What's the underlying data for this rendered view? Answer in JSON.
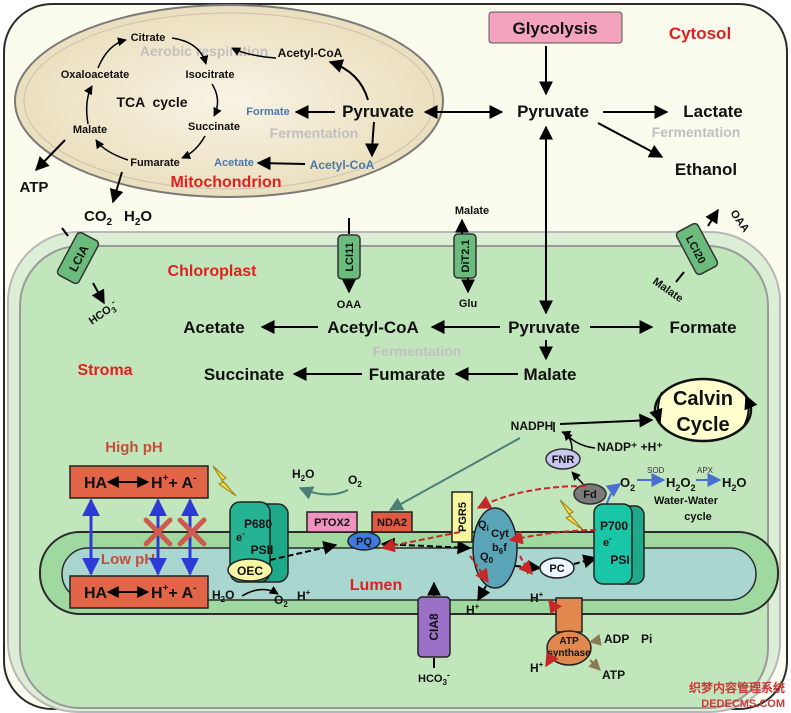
{
  "compartments": {
    "cytosol": "Cytosol",
    "mitochondrion": "Mitochondrion",
    "chloroplast": "Chloroplast",
    "stroma": "Stroma",
    "lumen": "Lumen"
  },
  "cytosol": {
    "glycolysis": "Glycolysis",
    "pyruvate": "Pyruvate",
    "lactate": "Lactate",
    "fermentation": "Fermentation",
    "ethanol": "Ethanol"
  },
  "mito": {
    "citrate": "Citrate",
    "aerobic": "Aerobic respiration",
    "acetyl_coa_top": "Acetyl-CoA",
    "oxaloacetate": "Oxaloacetate",
    "isocitrate": "Isocitrate",
    "tca_cycle": "TCA  cycle",
    "formate": "Formate",
    "pyruvate": "Pyruvate",
    "malate": "Malate",
    "succinate": "Succinate",
    "fermentation": "Fermentation",
    "fumarate": "Fumarate",
    "acetate": "Acetate",
    "acetyl_coa_bottom": "Acetyl-CoA"
  },
  "outside": {
    "atp": "ATP",
    "co2": "CO",
    "co2_sub": "2",
    "h2o": "H",
    "h2o_sub": "2",
    "h2o_end": "O"
  },
  "transporters": {
    "lcia": "LCIA",
    "lci11": "LCI11",
    "dit21": "DiT2.1",
    "lci20": "LCI20",
    "cia8": "CIA8"
  },
  "transport_labels": {
    "hco3": "HCO",
    "hco3_sub": "3",
    "hco3_sup": "-",
    "oaa_lci11": "OAA",
    "malate_dit": "Malate",
    "glu": "Glu",
    "oaa_lci20": "OAA",
    "malate_lci20": "Malate"
  },
  "stroma": {
    "acetate": "Acetate",
    "acetyl_coa": "Acetyl-CoA",
    "pyruvate": "Pyruvate",
    "formate": "Formate",
    "fermentation": "Fermentation",
    "succinate": "Succinate",
    "fumarate": "Fumarate",
    "malate": "Malate",
    "calvin1": "Calvin",
    "calvin2": "Cycle",
    "nadph": "NADPH",
    "nadp": "NADP⁺ +H⁺"
  },
  "ph": {
    "high": "High pH",
    "low": "Low pH",
    "ha_top": "HA",
    "ha_bottom": "HA",
    "hplus_top": "H",
    "a_top": "+ A",
    "hplus_bottom": "H",
    "a_bottom": "+ A"
  },
  "photo": {
    "p680": "P680",
    "e_psii": "e",
    "psii": "PSII",
    "oec": "OEC",
    "h2o_left": "H",
    "o2_left": "O",
    "hplus_left": "H",
    "h2o_top": "H",
    "o2_top": "O",
    "ptox2": "PTOX2",
    "nda2": "NDA2",
    "pq": "PQ",
    "pgr5": "PGR5",
    "cyt_q": "Q",
    "cyt": "Cyt",
    "cyt_b6f": "b",
    "cyt_f": "f",
    "cyt_q0": "Q",
    "hplus_cyt": "H",
    "pc": "PC",
    "p700": "P700",
    "e_psi": "e",
    "psi": "PSI",
    "fnr": "FNR",
    "fd": "Fd",
    "o2_psi": "O",
    "sod": "SOD",
    "h2o2": "H",
    "apx": "APX",
    "h2o_psi": "H",
    "wwc1": "Water-Water",
    "wwc2": "cycle",
    "atp_synthase1": "ATP",
    "atp_synthase2": "synthase",
    "hplus_atp_top": "H",
    "hplus_atp_bottom": "H",
    "adp": "ADP",
    "pi": "Pi",
    "atp": "ATP"
  },
  "watermark": {
    "line1": "织梦内容管理系统",
    "line2": "DEDECMS.COM"
  }
}
